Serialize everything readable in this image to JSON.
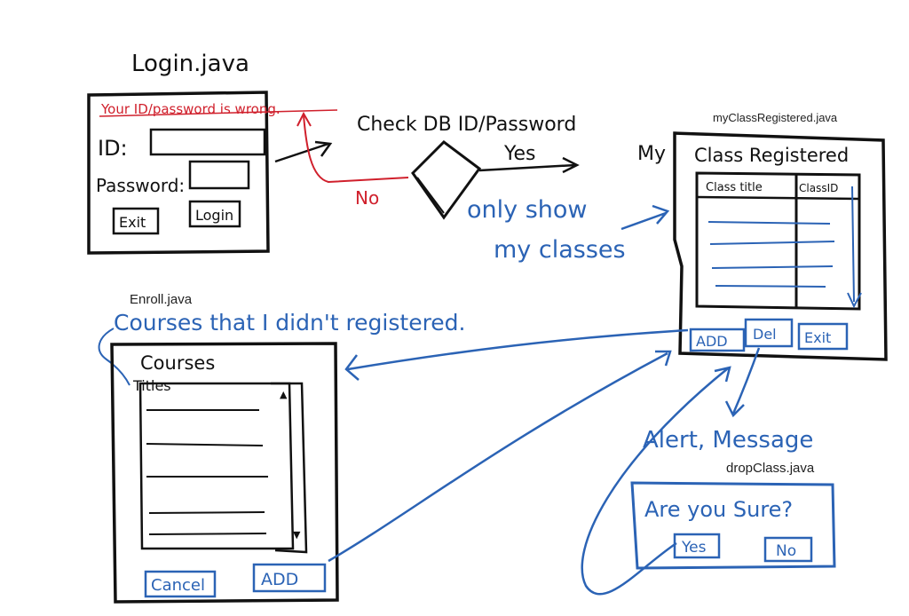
{
  "colors": {
    "ink": "#111111",
    "red": "#d0202c",
    "blue": "#2b63b5",
    "typed": "#222222"
  },
  "login": {
    "file_label": "Login.java",
    "error_message": "Your ID/password is wrong.",
    "id_label": "ID:",
    "password_label": "Password:",
    "exit_button": "Exit",
    "login_button": "Login"
  },
  "db_check": {
    "label": "Check DB ID/Password",
    "yes_label": "Yes",
    "no_label": "No"
  },
  "my_classes": {
    "file_label": "myClassRegistered.java",
    "title_prefix": "My",
    "title": "Class Registered",
    "col_title": "Class title",
    "col_id": "ClassID",
    "add_button": "ADD",
    "del_button": "Del",
    "exit_button": "Exit"
  },
  "notes": {
    "only_show": "only show",
    "my_classes": "my classes",
    "courses_note": "Courses that I didn't registered.",
    "alert": "Alert, Message"
  },
  "enroll": {
    "file_label": "Enroll.java",
    "heading": "Courses",
    "col_titles": "Titles",
    "cancel_button": "Cancel",
    "add_button": "ADD"
  },
  "drop": {
    "file_label": "dropClass.java",
    "question": "Are you Sure?",
    "yes_button": "Yes",
    "no_button": "No"
  }
}
